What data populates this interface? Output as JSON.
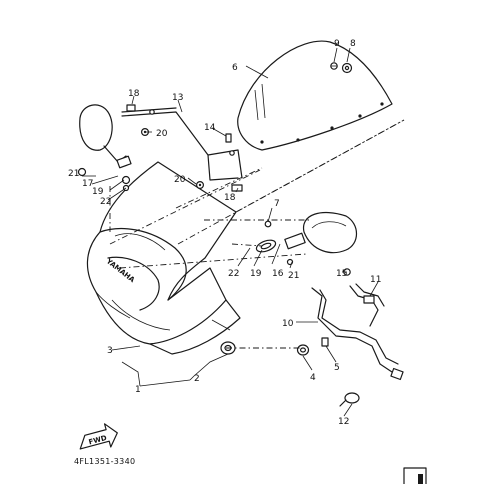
{
  "diagram": {
    "part_code": "4FL1351-3340",
    "forward_marker": "FWD",
    "brand_text": "YAMAHA",
    "callouts": [
      {
        "id": "c1",
        "label": "1"
      },
      {
        "id": "c2",
        "label": "2"
      },
      {
        "id": "c3",
        "label": "3"
      },
      {
        "id": "c4",
        "label": "4"
      },
      {
        "id": "c5",
        "label": "5"
      },
      {
        "id": "c6",
        "label": "6"
      },
      {
        "id": "c7",
        "label": "7"
      },
      {
        "id": "c8",
        "label": "8"
      },
      {
        "id": "c9",
        "label": "9"
      },
      {
        "id": "c10",
        "label": "10"
      },
      {
        "id": "c11",
        "label": "11"
      },
      {
        "id": "c12",
        "label": "12"
      },
      {
        "id": "c13",
        "label": "13"
      },
      {
        "id": "c14",
        "label": "14"
      },
      {
        "id": "c15",
        "label": "15"
      },
      {
        "id": "c16",
        "label": "16"
      },
      {
        "id": "c17",
        "label": "17"
      },
      {
        "id": "c18a",
        "label": "18"
      },
      {
        "id": "c18b",
        "label": "18"
      },
      {
        "id": "c19a",
        "label": "19"
      },
      {
        "id": "c19b",
        "label": "19"
      },
      {
        "id": "c20a",
        "label": "20"
      },
      {
        "id": "c20b",
        "label": "20"
      },
      {
        "id": "c21a",
        "label": "21"
      },
      {
        "id": "c21b",
        "label": "21"
      },
      {
        "id": "c22a",
        "label": "22"
      },
      {
        "id": "c22b",
        "label": "22"
      }
    ]
  }
}
